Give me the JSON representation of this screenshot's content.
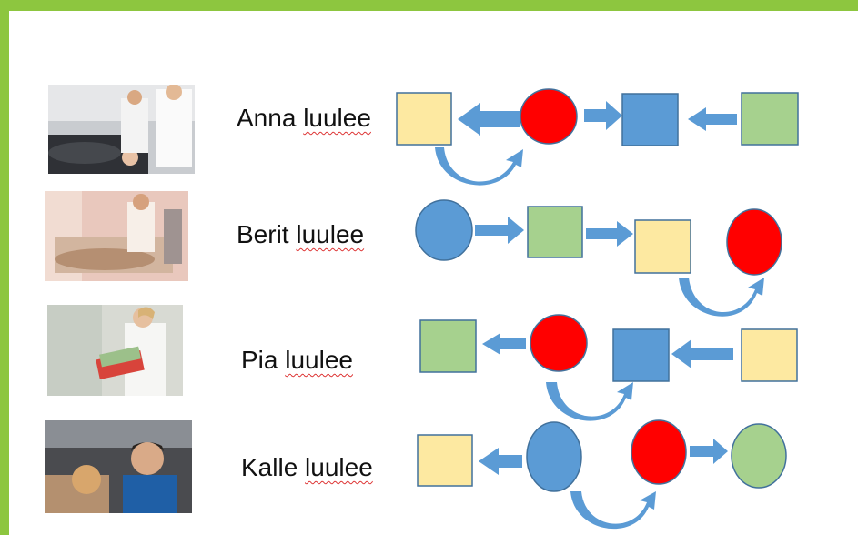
{
  "colors": {
    "slide_border": "#8dc63f",
    "yellow_square": "#fde9a1",
    "green_shape": "#a6d18e",
    "blue_shape": "#5b9bd5",
    "red_circle": "#ff0000",
    "arrow": "#5b9bd5",
    "outline": "#41719c"
  },
  "rows": [
    {
      "name": "Anna",
      "verb": "luulee",
      "photo_icon": "hospital-bed-photo",
      "shapes": [
        "yellow-square",
        "red-circle",
        "blue-square",
        "green-square"
      ]
    },
    {
      "name": "Berit",
      "verb": "luulee",
      "photo_icon": "nurse-bedside-photo",
      "shapes": [
        "blue-circle",
        "green-square",
        "yellow-square",
        "red-circle"
      ]
    },
    {
      "name": "Pia",
      "verb": "luulee",
      "photo_icon": "nurse-reading-photo",
      "shapes": [
        "green-square",
        "red-circle",
        "blue-square",
        "yellow-square"
      ]
    },
    {
      "name": "Kalle",
      "verb": "luulee",
      "photo_icon": "man-smiling-photo",
      "shapes": [
        "yellow-square",
        "blue-circle",
        "red-circle",
        "green-circle"
      ]
    }
  ]
}
